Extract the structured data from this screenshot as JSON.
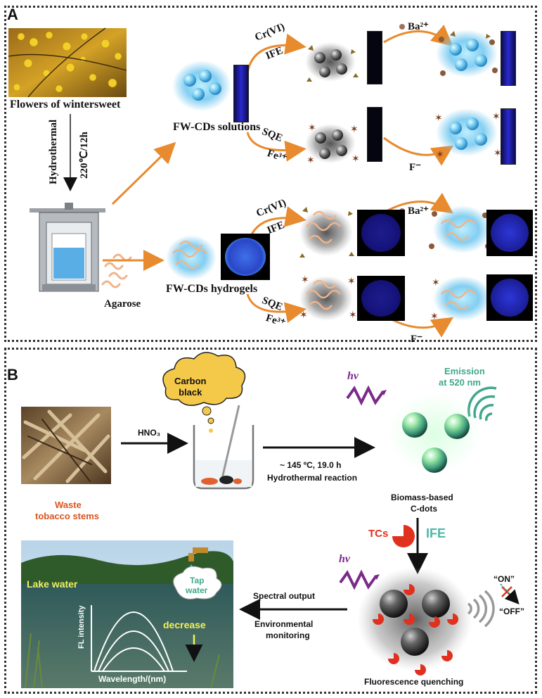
{
  "panel_a": {
    "label": "A",
    "flowers_caption": "Flowers of wintersweet",
    "hydrothermal": "Hydrothermal",
    "conditions": "220℃/12h",
    "agarose": "Agarose",
    "solutions_label": "FW-CDs solutions",
    "hydrogels_label": "FW-CDs hydrogels",
    "cr_solution": "Cr(VI)",
    "ife_solution": "IFE",
    "sqe_solution": "SQE",
    "fe_solution": "Fe³⁺",
    "ba_solution": "Ba²⁺",
    "f_solution": "F⁻",
    "cr_hydrogel": "Cr(VI)",
    "ife_hydrogel": "IFE",
    "sqe_hydrogel": "SQE",
    "fe_hydrogel": "Fe³⁺",
    "ba_hydrogel": "Ba²⁺",
    "f_hydrogel": "F⁻"
  },
  "panel_b": {
    "label": "B",
    "carbon_black": "Carbon\nblack",
    "hno3": "HNO₃",
    "waste_line1": "Waste",
    "waste_line2": "tobacco stems",
    "reaction_conditions": "~ 145 ºC, 19.0 h",
    "reaction_name": "Hydrothermal reaction",
    "hv_top": "hv",
    "emission_line1": "Emission",
    "emission_line2": "at 520 nm",
    "cdots_line1": "Biomass-based",
    "cdots_line2": "C-dots",
    "tcs": "TCs",
    "ife": "IFE",
    "hv_bottom": "hv",
    "on": "“ON”",
    "off": "“OFF”",
    "quenching": "Fluorescence quenching",
    "spectral_output": "Spectral output",
    "env_line1": "Environmental",
    "env_line2": "monitoring",
    "lake_water": "Lake water",
    "tap_line1": "Tap",
    "tap_line2": "water",
    "decrease": "decrease",
    "fl_intensity": "FL intensity",
    "wavelength": "Wavelength/(nm)"
  },
  "colors": {
    "arrow_orange": "#e88a2e",
    "cd_blue": "#7fd0f0",
    "waste_red": "#d9541e",
    "tcs_red": "#e0301e",
    "ife_teal": "#4fb7a8",
    "hv_purple": "#7b2a8a",
    "emission_teal": "#3fa88a",
    "cloud_yellow": "#f4c94a",
    "label_yellow": "#f2f25a"
  }
}
